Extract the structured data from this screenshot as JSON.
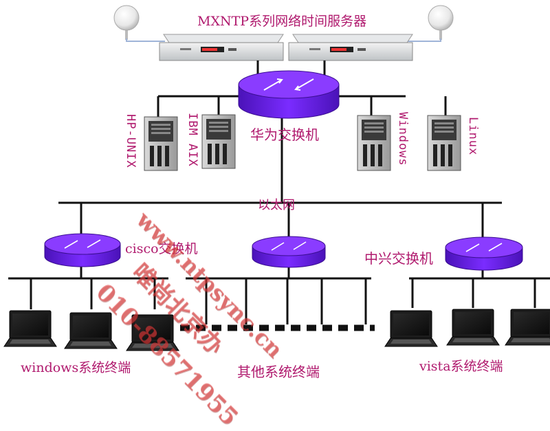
{
  "title": "MXNTP系列网络时间服务器",
  "core_switch": "华为交换机",
  "ethernet": "以太网",
  "servers": [
    "HP-UNIX",
    "IBM AIX",
    "Windows",
    "Linux"
  ],
  "switches": [
    "cisco交换机",
    "中兴交换机"
  ],
  "terminals": [
    "windows系统终端",
    "其他系统终端",
    "vista系统终端"
  ],
  "watermark": {
    "url": "www.ntpsync.cn",
    "company": "唯尚北京办",
    "phone": "010-88571955"
  },
  "colors": {
    "label": "#b01a6e",
    "router": "#6f22e8",
    "watermark": "#e03c3c"
  }
}
